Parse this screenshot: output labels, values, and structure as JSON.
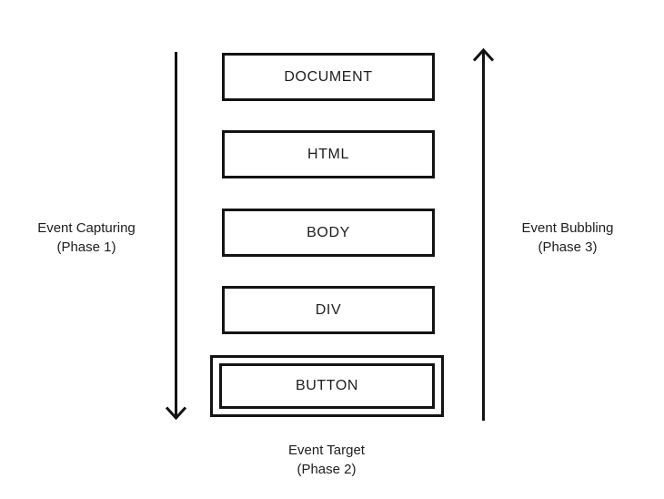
{
  "diagram": {
    "title_implicit": "DOM event propagation phases",
    "boxes": [
      {
        "id": "document",
        "label": "DOCUMENT"
      },
      {
        "id": "html",
        "label": "HTML"
      },
      {
        "id": "body",
        "label": "BODY"
      },
      {
        "id": "div",
        "label": "DIV"
      },
      {
        "id": "button",
        "label": "BUTTON",
        "double_border": true
      }
    ],
    "left_annotation": {
      "line1": "Event Capturing",
      "line2": "(Phase 1)"
    },
    "right_annotation": {
      "line1": "Event Bubbling",
      "line2": "(Phase 3)"
    },
    "bottom_annotation": {
      "line1": "Event Target",
      "line2": "(Phase 2)"
    },
    "icons": {
      "left": "arrow-down",
      "right": "arrow-up"
    },
    "colors": {
      "background": "#ffffff",
      "stroke": "#131313",
      "text": "#1d1d1d"
    }
  }
}
